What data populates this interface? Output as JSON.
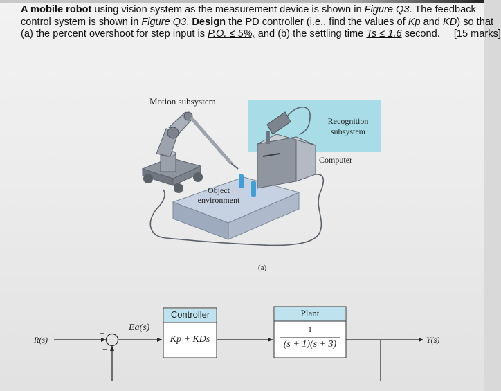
{
  "question": {
    "intro_bold": "A mobile robot",
    "intro_rest": " using vision system as the measurement device is shown in ",
    "fig_ref_1": "Figure Q3",
    "after_fig_1": ". The feedback",
    "line2_a": "control system is shown in ",
    "fig_ref_2": "Figure Q3",
    "line2_b": ". ",
    "design_bold": "Design",
    "line2_c": " the PD controller (i.e., find the values of ",
    "kp": "Kp",
    "and": " and ",
    "kd": "KD",
    "line2_d": ") so that",
    "line3_a": "(a) the percent overshoot for step input is ",
    "po_spec": "P.O. ≤ 5%,",
    "line3_b": " and (b) the settling time ",
    "ts_spec": "Ts ≤ 1.6",
    "line3_c": " second.",
    "marks": "[15 marks]"
  },
  "figure_a": {
    "motion_subsystem": "Motion subsystem",
    "recognition_line1": "Recognition",
    "recognition_line2": "subsystem",
    "computer": "Computer",
    "object_line1": "Object",
    "object_line2": "environment",
    "caption": "(a)"
  },
  "block_diagram": {
    "input": "R(s)",
    "plus": "+",
    "minus": "−",
    "error": "Ea(s)",
    "controller_title": "Controller",
    "controller_tf": "Kp + KDs",
    "plant_title": "Plant",
    "plant_num": "1",
    "plant_den": "(s + 1)(s + 3)",
    "output": "Y(s)"
  },
  "colors": {
    "recognition_box": "#a8dde8",
    "block_header": "#bfe3ee",
    "robot": "#8d939b",
    "table": "#b9c5d8",
    "computer": "#9aa1ab",
    "object": "#3da0d8"
  }
}
